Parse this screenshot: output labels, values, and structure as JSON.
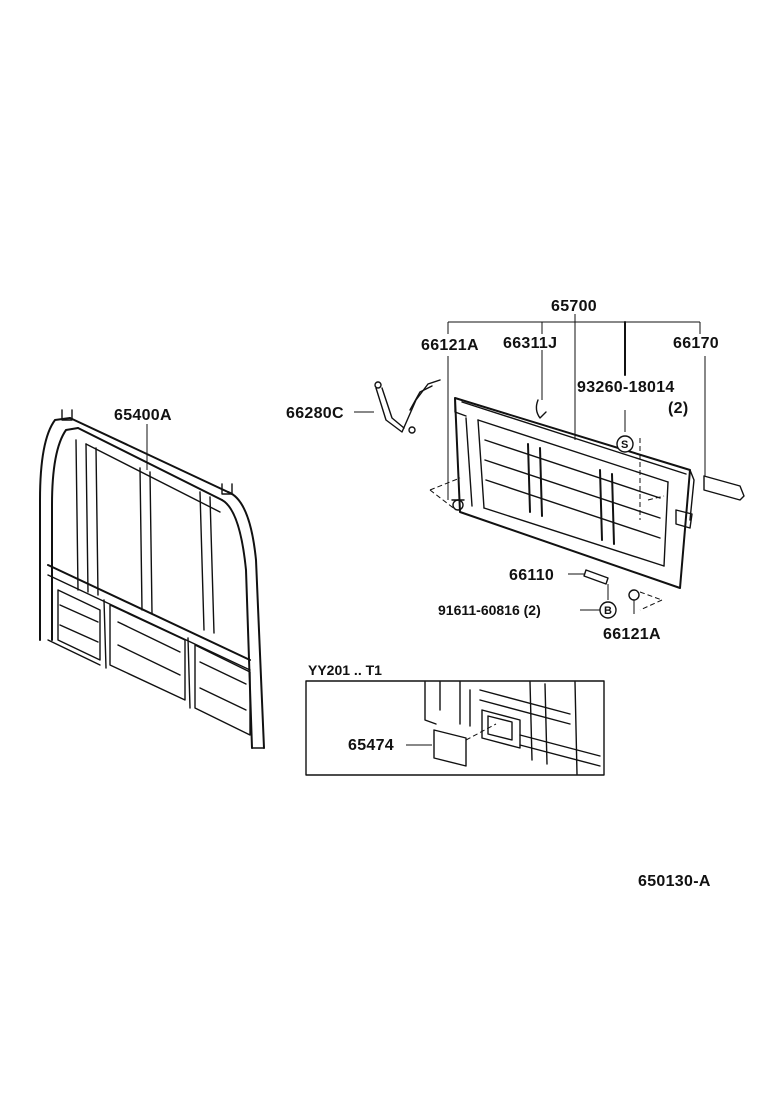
{
  "parts": {
    "tailgate_assembly": "65700",
    "hinge_left": "66121A",
    "hook": "66311J",
    "latch": "66170",
    "bolt": "93260-18014",
    "bolt_qty": "(2)",
    "chain": "66280C",
    "guard_frame": "65400A",
    "hinge_pin": "66110",
    "bolt_b": "91611-60816 (2)",
    "hinge_right": "66121A",
    "variant_label": "YY201 .. T1",
    "plate": "65474",
    "diagram_id": "650130-A"
  },
  "symbols": {
    "s_mark": "S",
    "b_mark": "B"
  },
  "colors": {
    "ink": "#111111",
    "background": "#ffffff"
  }
}
